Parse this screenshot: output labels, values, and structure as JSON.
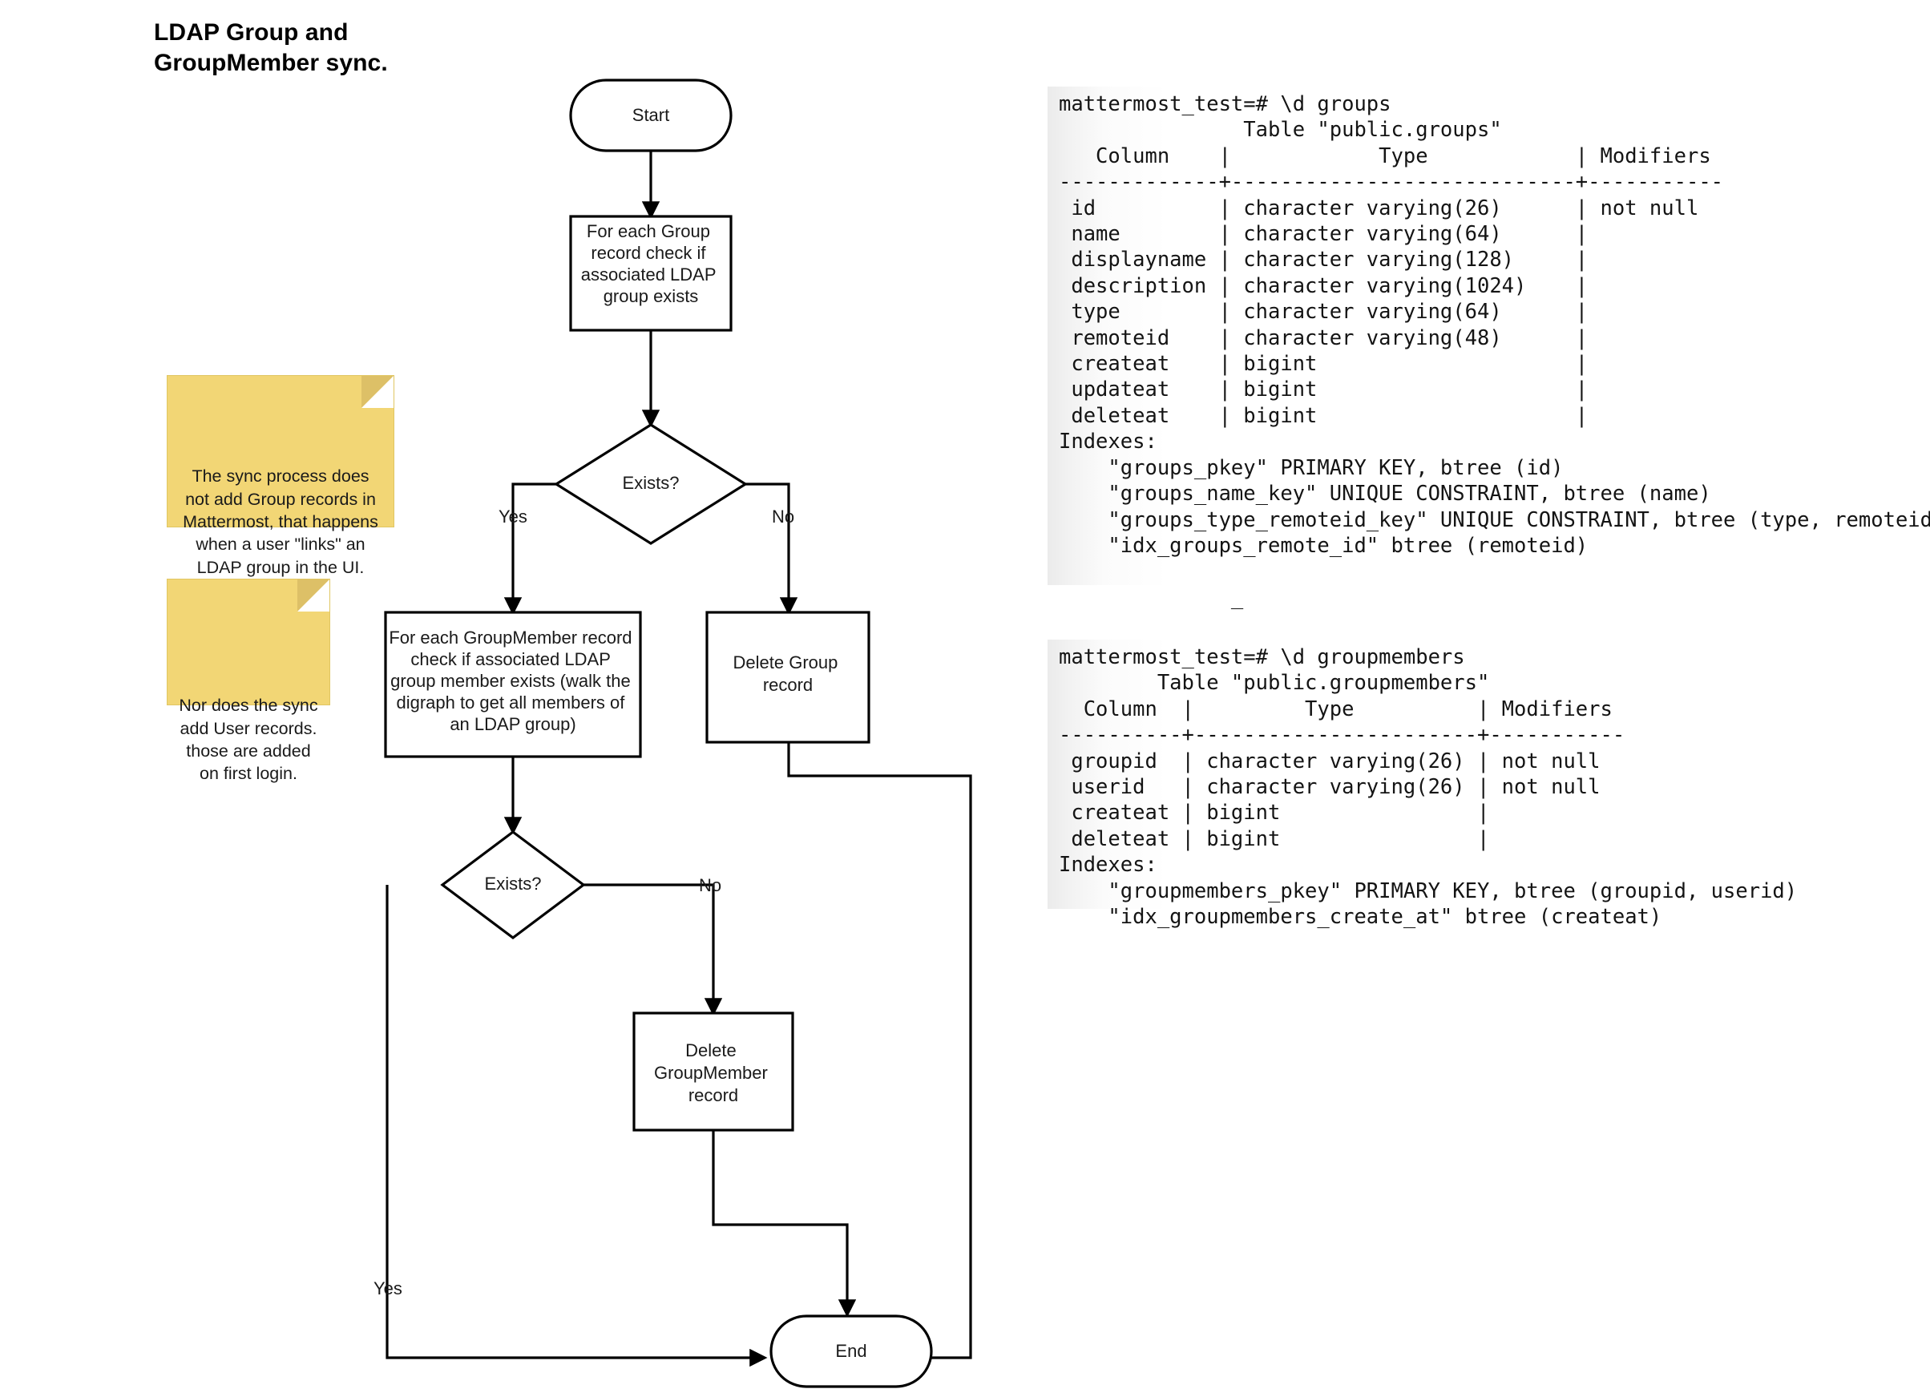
{
  "diagram": {
    "title": "LDAP Group and\nGroupMember sync.",
    "nodes": {
      "start": "Start",
      "check_group": "For each Group\nrecord check if\nassociated LDAP\ngroup exists",
      "exists_group": "Exists?",
      "delete_group": "Delete Group\nrecord",
      "check_groupmember": "For each GroupMember record\ncheck if associated LDAP\ngroup member exists (walk the\ndigraph to get all members of\nan LDAP group)",
      "exists_groupmember": "Exists?",
      "delete_groupmember": "Delete\nGroupMember\nrecord",
      "end": "End"
    },
    "edge_labels": {
      "group_yes": "Yes",
      "group_no": "No",
      "member_no": "No",
      "member_yes": "Yes"
    },
    "notes": [
      {
        "id": "note-sync-no-group-add",
        "text": "The sync process does\nnot add Group records in\nMattermost, that happens\nwhen a user \"links\" an\nLDAP group in the UI."
      },
      {
        "id": "note-sync-no-user-add",
        "text": "Nor does the sync\nadd User records.\nthose are added\non first login."
      }
    ],
    "colors": {
      "note_fill": "#f2d675",
      "node_stroke": "#000000",
      "node_fill": "#ffffff",
      "panel_bg": "#ffffff"
    }
  },
  "terminals": [
    {
      "id": "term-groups",
      "prompt": "mattermost_test=# \\d groups",
      "text": "mattermost_test=# \\d groups\n               Table \"public.groups\"\n   Column    |            Type            | Modifiers \n-------------+----------------------------+-----------\n id          | character varying(26)      | not null\n name        | character varying(64)      |\n displayname | character varying(128)     |\n description | character varying(1024)    |\n type        | character varying(64)      |\n remoteid    | character varying(48)      |\n createat    | bigint                     |\n updateat    | bigint                     |\n deleteat    | bigint                     |\nIndexes:\n    \"groups_pkey\" PRIMARY KEY, btree (id)\n    \"groups_name_key\" UNIQUE CONSTRAINT, btree (name)\n    \"groups_type_remoteid_key\" UNIQUE CONSTRAINT, btree (type, remoteid)\n    \"idx_groups_remote_id\" btree (remoteid)\n\n              _"
    },
    {
      "id": "term-groupmembers",
      "prompt": "mattermost_test=# \\d groupmembers",
      "text": "mattermost_test=# \\d groupmembers\n        Table \"public.groupmembers\"\n  Column  |         Type          | Modifiers \n----------+-----------------------+-----------\n groupid  | character varying(26) | not null\n userid   | character varying(26) | not null\n createat | bigint                |\n deleteat | bigint                |\nIndexes:\n    \"groupmembers_pkey\" PRIMARY KEY, btree (groupid, userid)\n    \"idx_groupmembers_create_at\" btree (createat)"
    }
  ]
}
